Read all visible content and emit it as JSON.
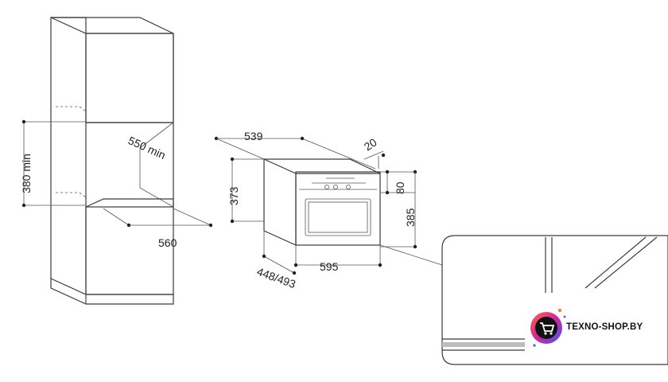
{
  "dimensions": {
    "niche_height": "380 min",
    "niche_depth": "550 min",
    "niche_width": "560",
    "oven_depth": "539",
    "front_thickness": "20",
    "oven_body_height": "373",
    "panel_height": "80",
    "front_height": "385",
    "oven_width": "595",
    "oven_total_depth": "448/493"
  },
  "brand": {
    "name": "TEXNO-SHOP.BY"
  }
}
